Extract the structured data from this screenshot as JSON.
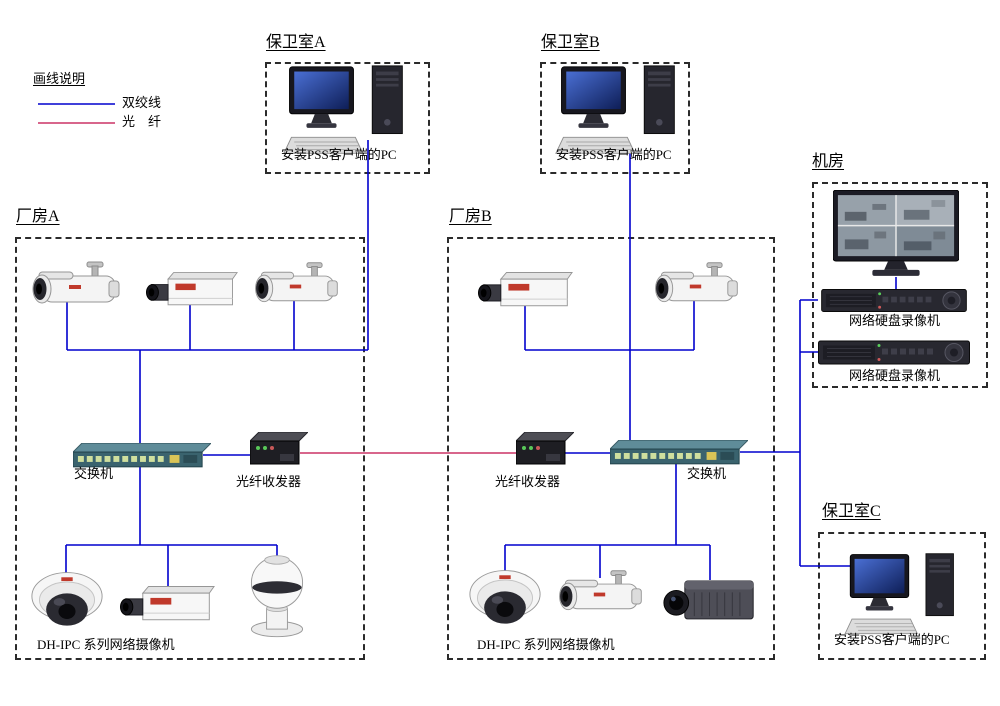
{
  "colors": {
    "twisted_pair": "#0000cd",
    "fiber": "#cc3366"
  },
  "legend": {
    "title": "画线说明",
    "items": [
      {
        "name": "twisted-pair",
        "label": "双绞线"
      },
      {
        "name": "fiber",
        "label": "光　纤"
      }
    ]
  },
  "guard_room_a": {
    "title": "保卫室A",
    "pc_label": "安装PSS客户端的PC"
  },
  "guard_room_b": {
    "title": "保卫室B",
    "pc_label": "安装PSS客户端的PC"
  },
  "guard_room_c": {
    "title": "保卫室C",
    "pc_label": "安装PSS客户端的PC"
  },
  "machine_room": {
    "title": "机房",
    "nvr1_label": "网络硬盘录像机",
    "nvr2_label": "网络硬盘录像机"
  },
  "factory_a": {
    "title": "厂房A",
    "switch_label": "交换机",
    "fiber_label": "光纤收发器",
    "cameras_label": "DH-IPC 系列网络摄像机"
  },
  "factory_b": {
    "title": "厂房B",
    "switch_label": "交换机",
    "fiber_label": "光纤收发器",
    "cameras_label": "DH-IPC 系列网络摄像机"
  }
}
